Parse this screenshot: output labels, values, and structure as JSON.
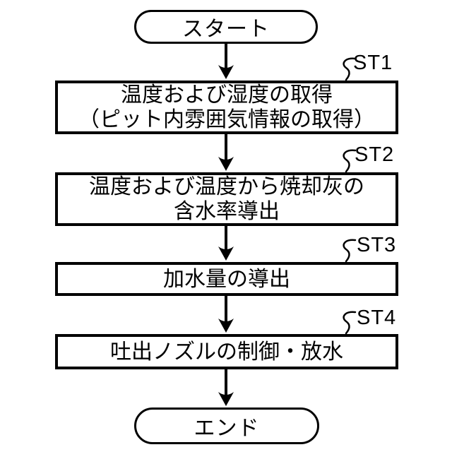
{
  "figure": {
    "start_label": "スタート",
    "end_label": "エンド",
    "steps": [
      {
        "id": "ST1",
        "lines": [
          "温度および湿度の取得",
          "（ピット内雰囲気情報の取得）"
        ]
      },
      {
        "id": "ST2",
        "lines": [
          "温度および温度から焼却灰の",
          "含水率導出"
        ]
      },
      {
        "id": "ST3",
        "lines": [
          "加水量の導出"
        ]
      },
      {
        "id": "ST4",
        "lines": [
          "吐出ノズルの制御・放水"
        ]
      }
    ],
    "colors": {
      "line": "#000000",
      "background": "#ffffff"
    }
  }
}
